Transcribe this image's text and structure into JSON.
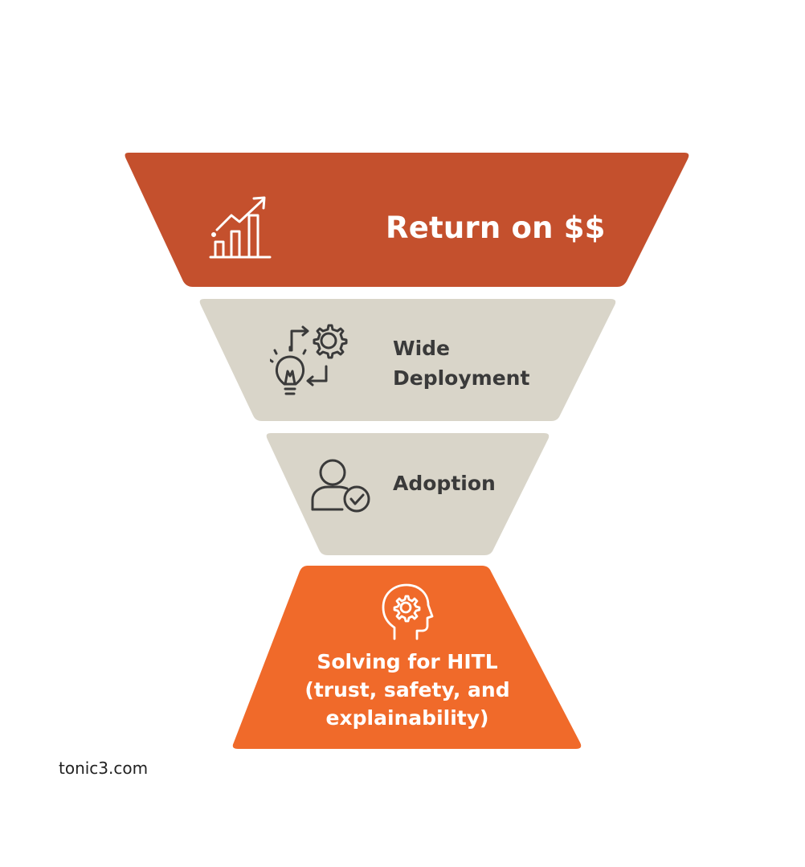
{
  "funnel": {
    "levels": [
      {
        "id": "return",
        "lines": [
          "Return on $$"
        ],
        "icon": "growth-chart-icon",
        "color": "#c4502d"
      },
      {
        "id": "deployment",
        "lines": [
          "Wide",
          "Deployment"
        ],
        "icon": "idea-process-gear-icon",
        "color": "#d9d5c9"
      },
      {
        "id": "adoption",
        "lines": [
          "Adoption"
        ],
        "icon": "user-check-icon",
        "color": "#d9d5c9"
      },
      {
        "id": "hitl",
        "lines": [
          "Solving for HITL",
          "(trust, safety, and",
          "explainability)"
        ],
        "icon": "head-gear-icon",
        "color": "#f06a2a"
      }
    ]
  },
  "footer": {
    "text": "tonic3.com"
  }
}
